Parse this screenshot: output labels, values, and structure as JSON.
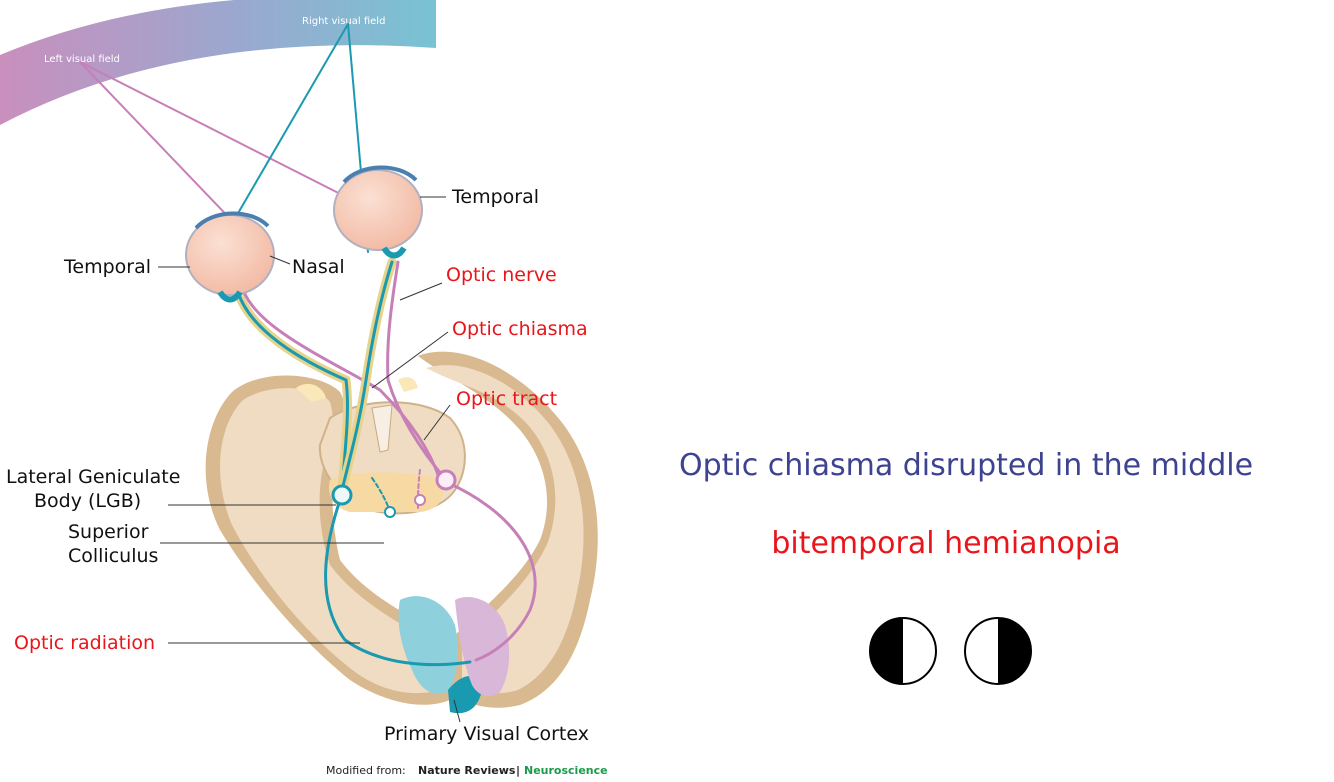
{
  "fields": {
    "left_visual_field": "Left visual field",
    "right_visual_field": "Right visual field"
  },
  "labels": {
    "temporal_left": "Temporal",
    "nasal": "Nasal",
    "temporal_right": "Temporal",
    "optic_nerve": "Optic nerve",
    "optic_chiasma": "Optic chiasma",
    "optic_tract": "Optic tract",
    "lgb_line1": "Lateral Geniculate",
    "lgb_line2": "Body (LGB)",
    "sc_line1": "Superior",
    "sc_line2": "Colliculus",
    "optic_radiation": "Optic radiation",
    "primary_visual_cortex": "Primary Visual Cortex"
  },
  "credit": {
    "prefix": "Modified from:",
    "journal": "Nature Reviews",
    "separator": "|",
    "section": "Neuroscience"
  },
  "caption": {
    "title": "Optic chiasma disrupted in the middle",
    "condition": "bitemporal hemianopia"
  },
  "visual_field_icons": [
    "left-eye-field-temporal-loss",
    "right-eye-field-temporal-loss"
  ],
  "colors": {
    "caption_title": "#3d4390",
    "red_labels": "#e8161b",
    "teal_pathway": "#1a9ab0",
    "pink_pathway": "#c77fb8",
    "brain_tissue": "#efdcc2"
  }
}
